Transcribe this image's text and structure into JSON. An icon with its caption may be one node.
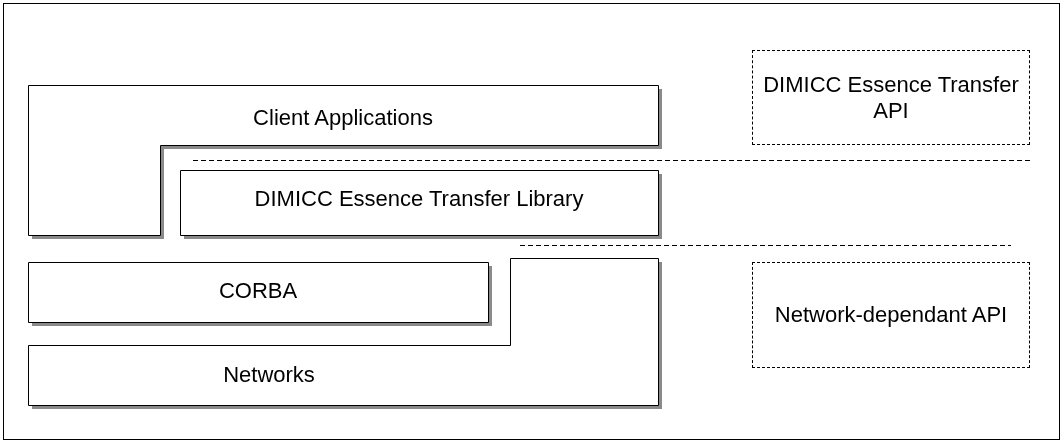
{
  "diagram": {
    "nodes": [
      {
        "text": [
          "Client Applications"
        ]
      },
      {
        "text": [
          "DIMICC Essence Transfer Library"
        ]
      },
      {
        "text": [
          "CORBA"
        ]
      },
      {
        "text": [
          "Networks"
        ]
      },
      {
        "text": [
          "DIMICC Essence Transfer API"
        ]
      },
      {
        "text": [
          "Network-dependant API"
        ]
      }
    ]
  }
}
